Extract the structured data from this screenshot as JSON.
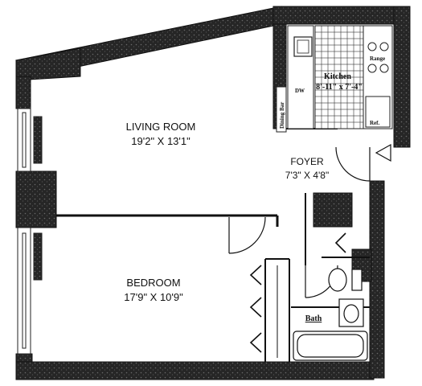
{
  "rooms": {
    "living": {
      "name": "LIVING ROOM",
      "dims": "19'2\" X 13'1\""
    },
    "bedroom": {
      "name": "BEDROOM",
      "dims": "17'9\" X 10'9\""
    },
    "foyer": {
      "name": "FOYER",
      "dims": "7'3\" X 4'8\""
    },
    "kitchen": {
      "name": "Kitchen",
      "dims": "8'-11\" x 7'-4\""
    },
    "bath": {
      "name": "Bath"
    }
  },
  "fixtures": {
    "dining_bar": "Dining Bar",
    "range": "Range",
    "dishwasher": "DW",
    "refrigerator": "Ref."
  },
  "colors": {
    "wall": "#1a1a1a",
    "wall_texture": "#4a4a4a",
    "line": "#222222",
    "background": "#ffffff"
  }
}
